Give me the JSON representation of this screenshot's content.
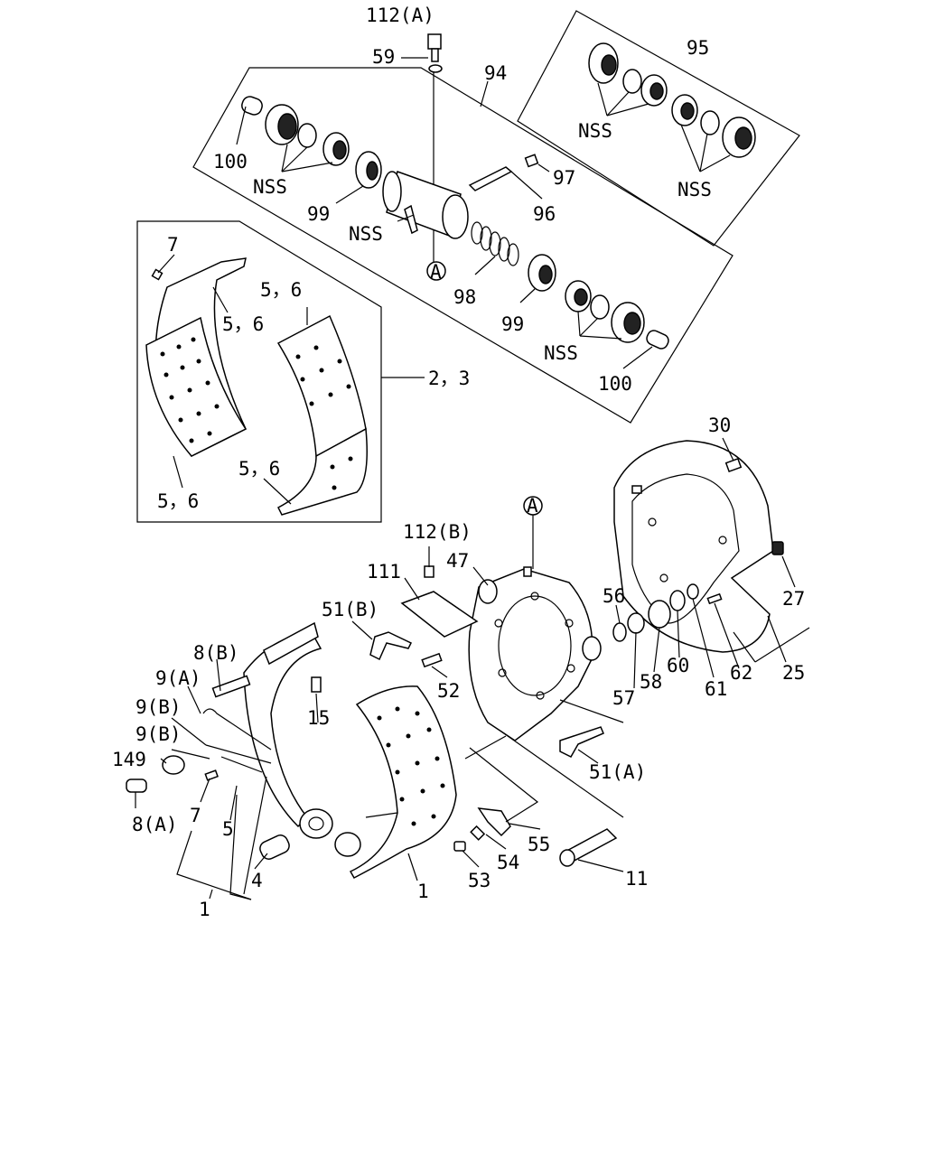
{
  "labels": {
    "l112A": "112(A)",
    "l59": "59",
    "l94": "94",
    "l95": "95",
    "l100a": "100",
    "lNSS1": "NSS",
    "lNSS2": "NSS",
    "lNSS3": "NSS",
    "lNSS4": "NSS",
    "lNSS5": "NSS",
    "l97": "97",
    "l96": "96",
    "l99a": "99",
    "l99b": "99",
    "l98": "98",
    "lA1": "A",
    "lA2": "A",
    "l100b": "100",
    "l7a": "7",
    "l56a": "5，6",
    "l56b": "5，6",
    "l56c": "5，6",
    "l56d": "5，6",
    "l23": "2，3",
    "l30": "30",
    "l27": "27",
    "l112B": "112(B)",
    "l111": "111",
    "l47": "47",
    "l51B": "51(B)",
    "l56": "56",
    "l8B": "8(B)",
    "l9A": "9(A)",
    "l9B1": "9(B)",
    "l9B2": "9(B)",
    "l149": "149",
    "l8A": "8(A)",
    "l7b": "7",
    "l5": "5",
    "l15": "15",
    "l52": "52",
    "l57": "57",
    "l58": "58",
    "l60": "60",
    "l61": "61",
    "l62": "62",
    "l25": "25",
    "l51A": "51(A)",
    "l55": "55",
    "l54": "54",
    "l53": "53",
    "l11": "11",
    "l4": "4",
    "l1a": "1",
    "l1b": "1"
  }
}
